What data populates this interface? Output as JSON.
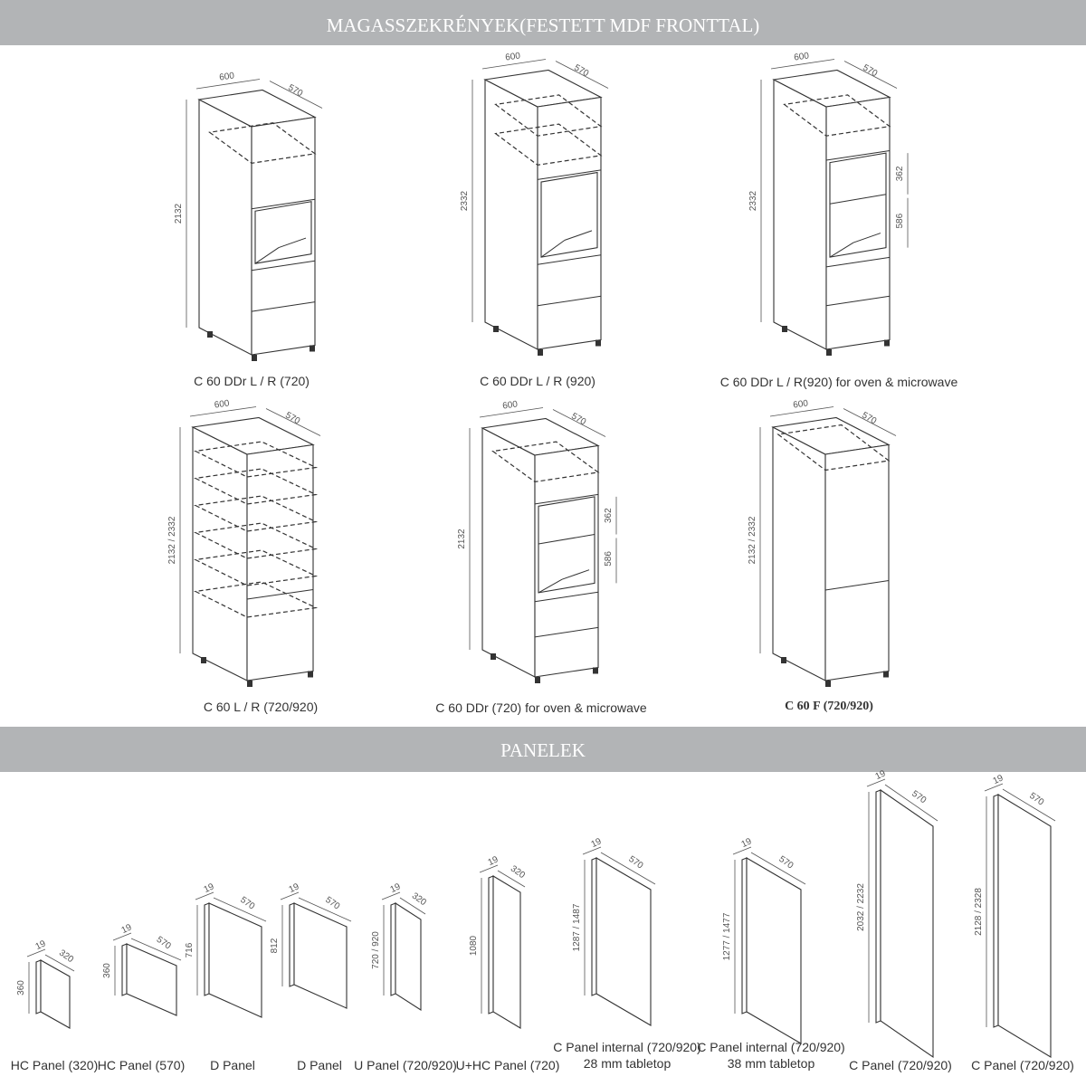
{
  "sections": {
    "cabinets_title": "MAGASSZEKRÉNYEK(FESTETT MDF FRONTTAL)",
    "panels_title": "PANELEK"
  },
  "cabinets": [
    {
      "label": "C 60 DDr L / R (720)",
      "width": "600",
      "depth": "570",
      "height": "2132"
    },
    {
      "label": "C 60 DDr L / R (920)",
      "width": "600",
      "depth": "570",
      "height": "2332"
    },
    {
      "label": "C 60 DDr L / R(920) for oven & microwave",
      "width": "600",
      "depth": "570",
      "height": "2332",
      "dim_a": "362",
      "dim_b": "586"
    },
    {
      "label": "C 60 L / R (720/920)",
      "width": "600",
      "depth": "570",
      "height": "2132 / 2332"
    },
    {
      "label": "C 60 DDr (720)  for oven & microwave",
      "width": "600",
      "depth": "570",
      "height": "2132",
      "dim_a": "362",
      "dim_b": "586"
    },
    {
      "label": "C 60 F (720/920)",
      "width": "600",
      "depth": "570",
      "height": "2132 / 2332"
    }
  ],
  "panels": [
    {
      "label": "HC Panel (320)",
      "thickness": "19",
      "depth": "320",
      "height": "360"
    },
    {
      "label": "HC Panel (570)",
      "thickness": "19",
      "depth": "570",
      "height": "360"
    },
    {
      "label": "D Panel",
      "thickness": "19",
      "depth": "570",
      "height": "716"
    },
    {
      "label": "D Panel",
      "thickness": "19",
      "depth": "570",
      "height": "812"
    },
    {
      "label": "U Panel (720/920)",
      "thickness": "19",
      "depth": "320",
      "height": "720 / 920"
    },
    {
      "label": "U+HC Panel (720)",
      "thickness": "19",
      "depth": "320",
      "height": "1080"
    },
    {
      "label": "C Panel internal (720/920)",
      "label2": "28 mm tabletop",
      "thickness": "19",
      "depth": "570",
      "height": "1287 / 1487"
    },
    {
      "label": "C Panel internal (720/920)",
      "label2": "38 mm tabletop",
      "thickness": "19",
      "depth": "570",
      "height": "1277 / 1477"
    },
    {
      "label": "C Panel (720/920)",
      "thickness": "19",
      "depth": "570",
      "height": "2032 / 2232"
    },
    {
      "label": "C Panel (720/920)",
      "thickness": "19",
      "depth": "570",
      "height": "2128 / 2328"
    }
  ],
  "colors": {
    "banner": "#b2b4b6",
    "line": "#333333",
    "dim": "#555555"
  }
}
